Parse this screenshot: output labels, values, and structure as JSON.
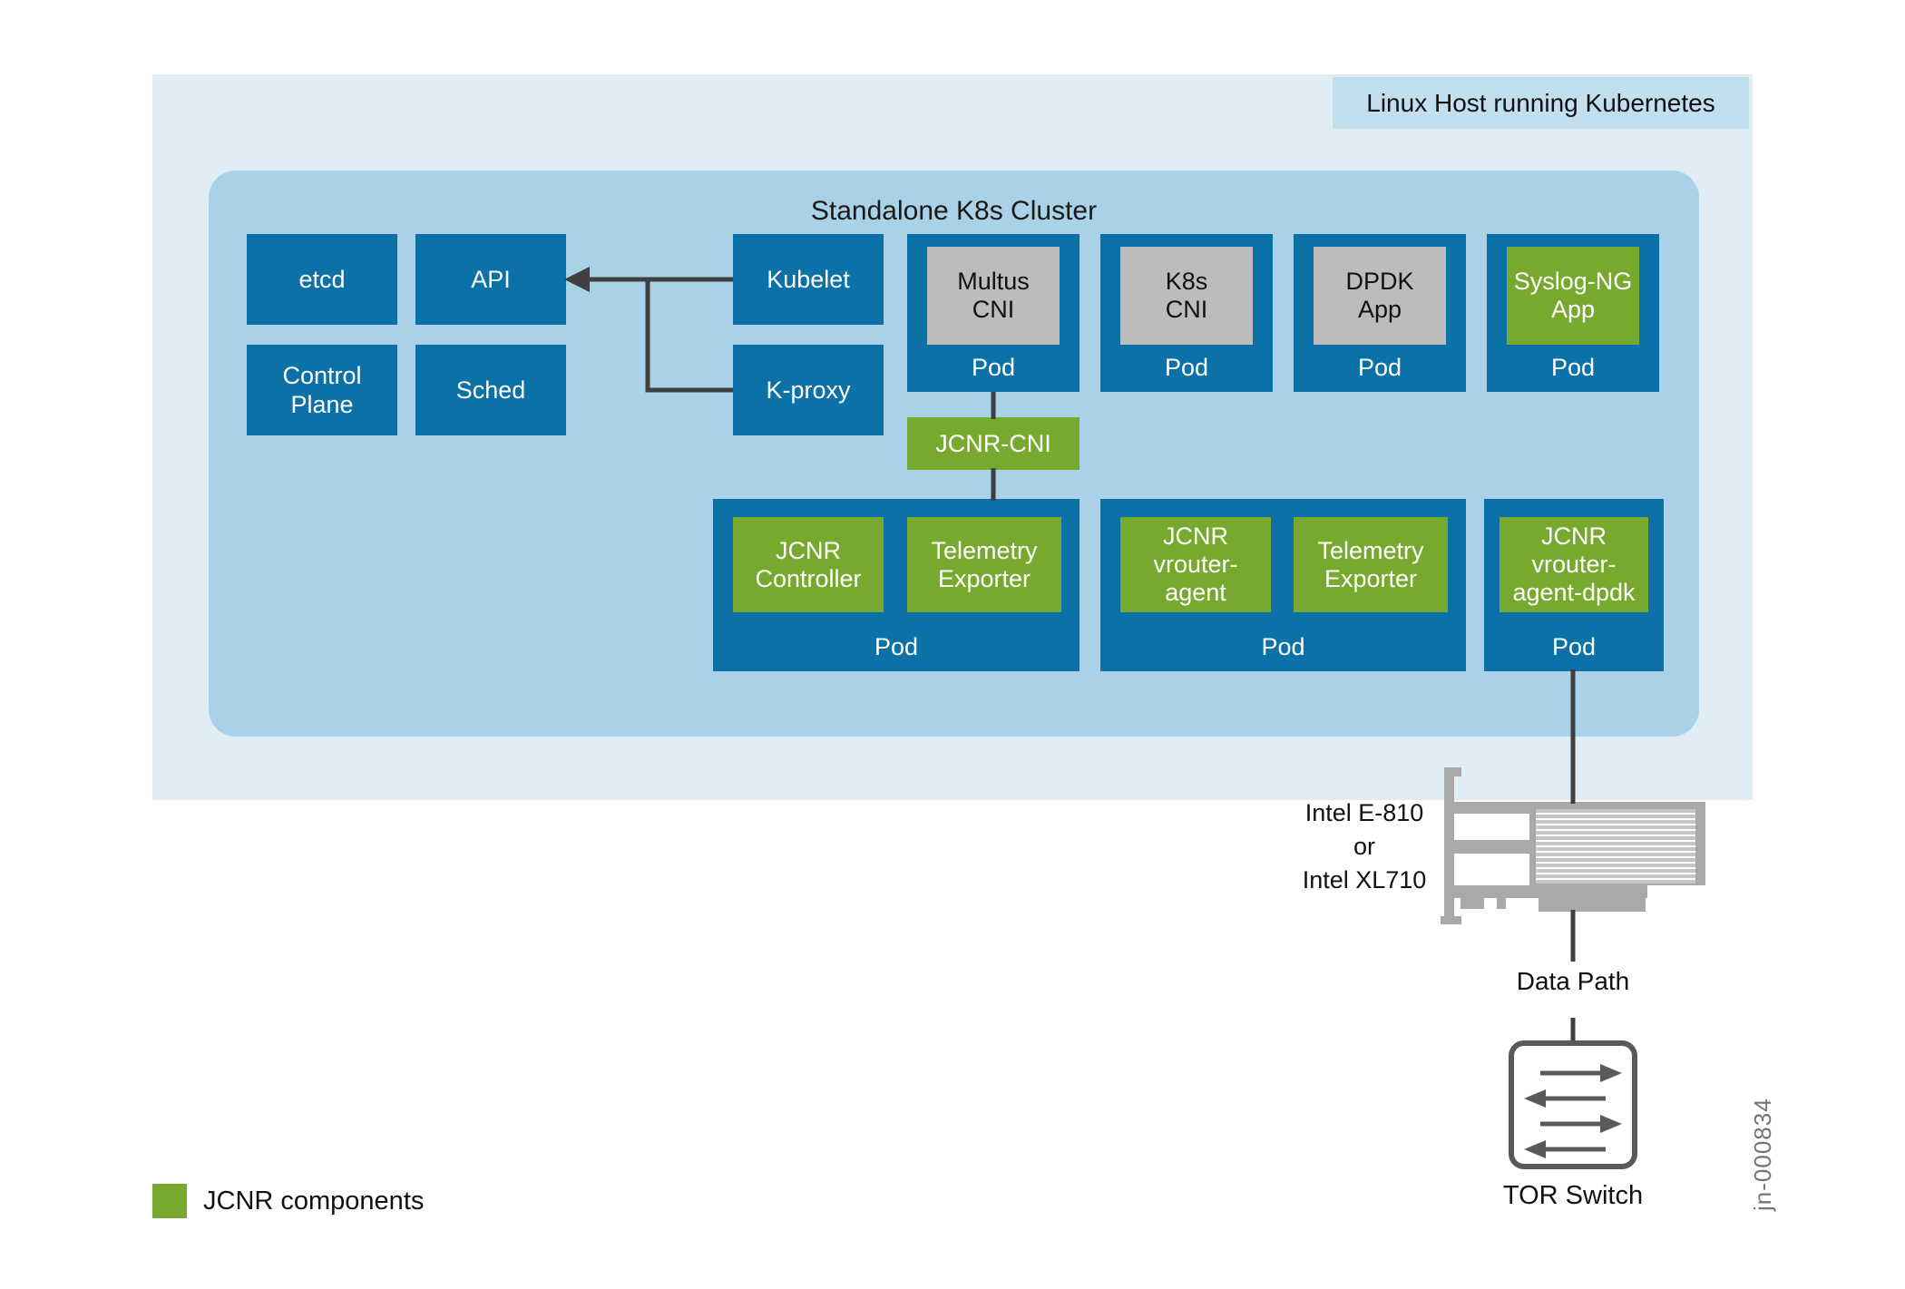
{
  "colors": {
    "host_bg": "#e1edf5",
    "host_label_bg": "#c2dff0",
    "cluster_bg": "#a9d2e8",
    "pod_blue": "#0b71a6",
    "container_gray": "#bcbcbc",
    "jcnr_green": "#78a92f",
    "connector_dark": "#3f3f3f",
    "nic_gray": "#a9a9a9",
    "switch_gray": "#595959",
    "figure_id_gray": "#757575"
  },
  "host": {
    "label": "Linux Host running Kubernetes"
  },
  "cluster": {
    "title": "Standalone K8s Cluster",
    "core_boxes": [
      {
        "label": "etcd"
      },
      {
        "label": "API"
      },
      {
        "label": "Control\nPlane"
      },
      {
        "label": "Sched"
      },
      {
        "label": "Kubelet"
      },
      {
        "label": "K-proxy"
      }
    ],
    "jcnr_cni_label": "JCNR-CNI",
    "top_pods": [
      {
        "container": "Multus\nCNI",
        "style": "gray",
        "pod_label": "Pod"
      },
      {
        "container": "K8s\nCNI",
        "style": "gray",
        "pod_label": "Pod"
      },
      {
        "container": "DPDK\nApp",
        "style": "gray",
        "pod_label": "Pod"
      },
      {
        "container": "Syslog-NG\nApp",
        "style": "green",
        "pod_label": "Pod"
      }
    ],
    "bottom_pods": [
      {
        "containers": [
          "JCNR\nController",
          "Telemetry\nExporter"
        ],
        "pod_label": "Pod"
      },
      {
        "containers": [
          "JCNR\nvrouter-\nagent",
          "Telemetry\nExporter"
        ],
        "pod_label": "Pod"
      },
      {
        "containers": [
          "JCNR\nvrouter-\nagent-dpdk"
        ],
        "pod_label": "Pod"
      }
    ]
  },
  "nic": {
    "label": "Intel E-810\nor\nIntel XL710"
  },
  "data_path_label": "Data Path",
  "tor_switch_label": "TOR Switch",
  "legend": {
    "label": "JCNR components"
  },
  "figure_id": "jn-000834"
}
